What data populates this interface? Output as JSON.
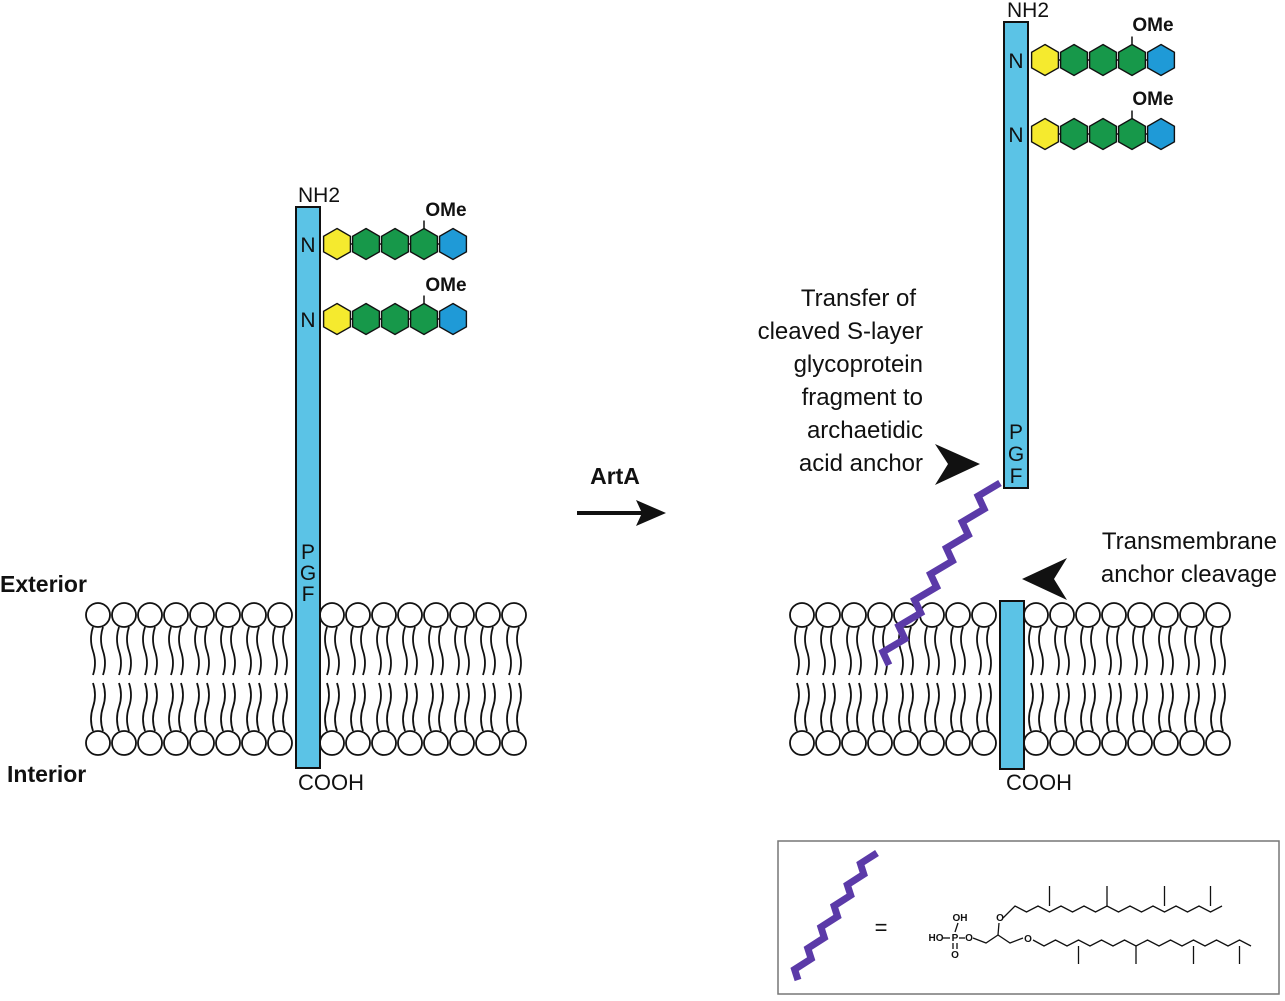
{
  "labels": {
    "exterior": "Exterior",
    "interior": "Interior",
    "enzyme": "ArtA"
  },
  "left_protein": {
    "n_terminus": "NH2",
    "c_terminus": "COOH",
    "motif": [
      "P",
      "G",
      "F"
    ],
    "glycan_sites": [
      {
        "residue": "N",
        "modification": "OMe"
      },
      {
        "residue": "N",
        "modification": "OMe"
      }
    ]
  },
  "right_protein": {
    "n_terminus": "NH2",
    "c_terminus": "COOH",
    "motif": [
      "P",
      "G",
      "F"
    ],
    "glycan_sites": [
      {
        "residue": "N",
        "modification": "OMe"
      },
      {
        "residue": "N",
        "modification": "OMe"
      }
    ]
  },
  "annotations": {
    "transfer": [
      "Transfer of",
      "cleaved S-layer",
      "glycoprotein",
      "fragment to",
      "archaetidic",
      "acid anchor"
    ],
    "cleavage": [
      "Transmembrane",
      "anchor cleavage"
    ]
  },
  "legend": {
    "equals": "=",
    "oh": "OH",
    "ho": "HO",
    "p": "P",
    "o": "O"
  },
  "colors": {
    "protein": "#5bc3e6",
    "hexose_yellow": "#f5ea2e",
    "hexose_green": "#17984a",
    "hexose_blue": "#1f9ad7",
    "lipid_anchor": "#5b3aa8",
    "membrane_line": "#111111"
  }
}
